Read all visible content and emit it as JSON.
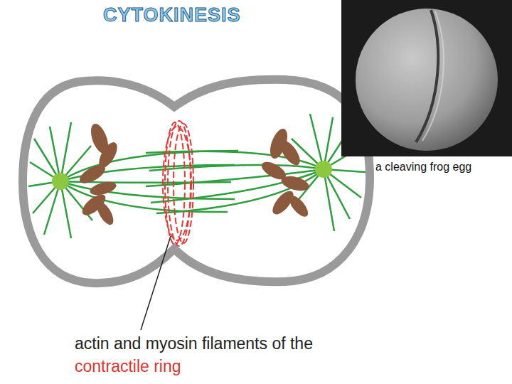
{
  "diagram": {
    "title": "CYTOKINESIS",
    "labels": [
      "a cleaving frog egg",
      "actin and myosin filaments of the",
      "contractile ring"
    ]
  }
}
